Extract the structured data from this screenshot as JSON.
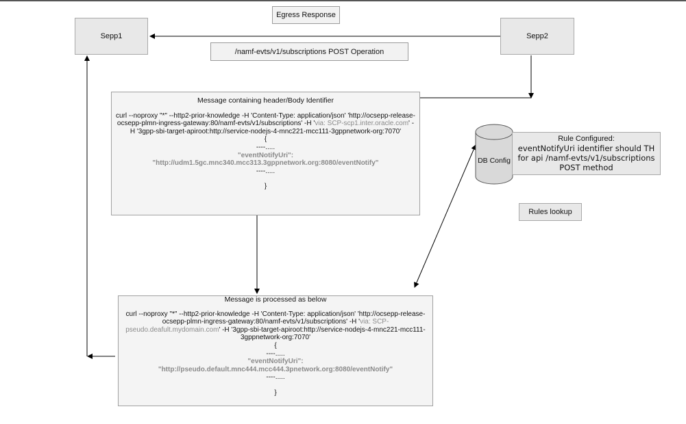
{
  "labels": {
    "egress_response": "Egress Response",
    "operation": "/namf-evts/v1/subscriptions POST Operation",
    "rules_lookup": "Rules lookup"
  },
  "nodes": {
    "sepp1": "Sepp1",
    "sepp2": "Sepp2",
    "db_config": "DB Config"
  },
  "rule_box": {
    "title": "Rule Configured:",
    "text": "eventNotifyUri identifier should TH for api /namf-evts/v1/subscriptions POST method"
  },
  "message_in": {
    "title": "Message containing header/Body Identifier",
    "curl_a": "curl --noproxy \"*\" --http2-prior-knowledge -H 'Content-Type: application/json' 'http://ocsepp-release-ocsepp-plmn-ingress-gateway:80/namf-evts/v1/subscriptions'  -H '",
    "via": "via: SCP-scp1.inter.oracle.com",
    "curl_b": "' -H '3gpp-sbi-target-apiroot:http://service-nodejs-4-mnc221-mcc111-3gppnetwork-org:7070'",
    "open_brace": "{",
    "dots1": "----.....",
    "key": "\"eventNotifyUri\":",
    "value": "\"http://udm1.5gc.mnc340.mcc313.3gppnetwork.org:8080/eventNotify\"",
    "dots2": "----.....",
    "close_brace": "}"
  },
  "message_out": {
    "title": "Message is processed as below",
    "curl_a": "curl --noproxy \"*\" --http2-prior-knowledge -H 'Content-Type: application/json' 'http://ocsepp-release-ocsepp-plmn-ingress-gateway:80/namf-evts/v1/subscriptions'  -H '",
    "via": "via: SCP-pseudo.deafult.mydomain.com",
    "curl_b": "' -H '3gpp-sbi-target-apiroot:http://service-nodejs-4-mnc221-mcc111-3gppnetwork-org:7070'",
    "open_brace": "{",
    "dots1": "----.....",
    "key": "\"eventNotifyUri\":",
    "value": "\"http://pseudo.default.mnc444.mcc444.3pnetwork.org:8080/eventNotify\"",
    "dots2": "----.....",
    "close_brace": "}"
  }
}
